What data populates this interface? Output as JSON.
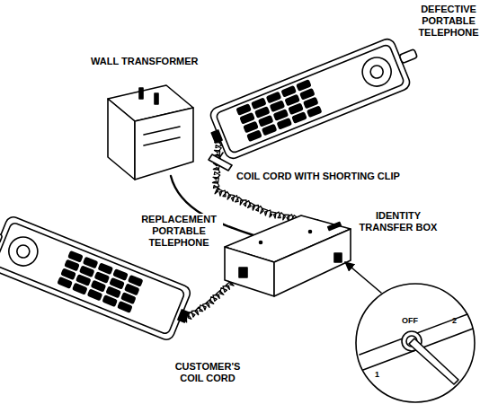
{
  "diagram": {
    "labels": [
      "DEFECTIVE PORTABLE TELEPHONE",
      "WALL TRANSFORMER",
      "COIL CORD WITH SHORTING CLIP",
      "IDENTITY TRANSFER BOX",
      "REPLACEMENT PORTABLE TELEPHONE",
      "CUSTOMER'S COIL CORD",
      "OFF",
      "1",
      "2"
    ]
  }
}
